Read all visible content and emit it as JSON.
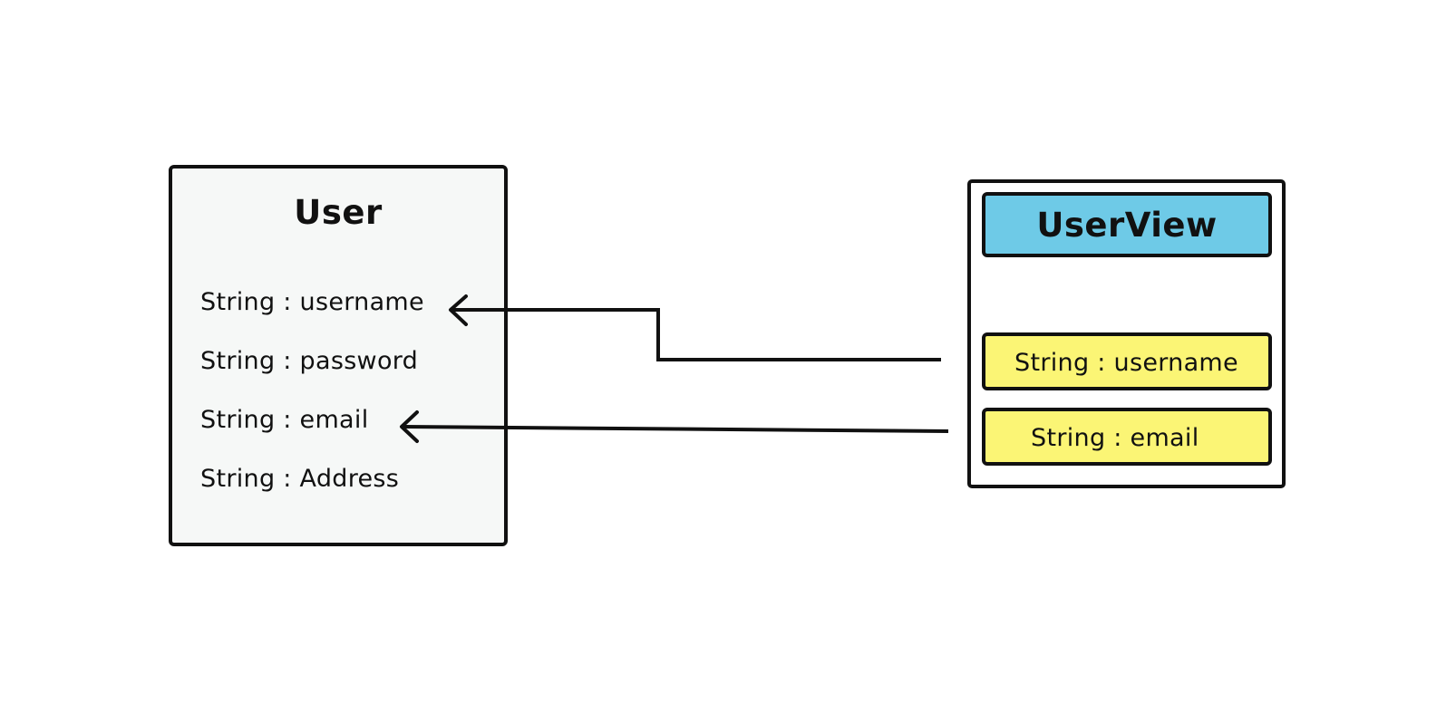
{
  "user_class": {
    "title": "User",
    "fields": [
      "String : username",
      "String : password",
      "String : email",
      "String : Address"
    ]
  },
  "userview_class": {
    "title": "UserView",
    "fields": [
      "String : username",
      "String : email"
    ]
  },
  "colors": {
    "user_box_fill": "#f6f8f7",
    "userview_header_fill": "#6ecae7",
    "userview_field_fill": "#fbf575",
    "stroke": "#111111"
  }
}
